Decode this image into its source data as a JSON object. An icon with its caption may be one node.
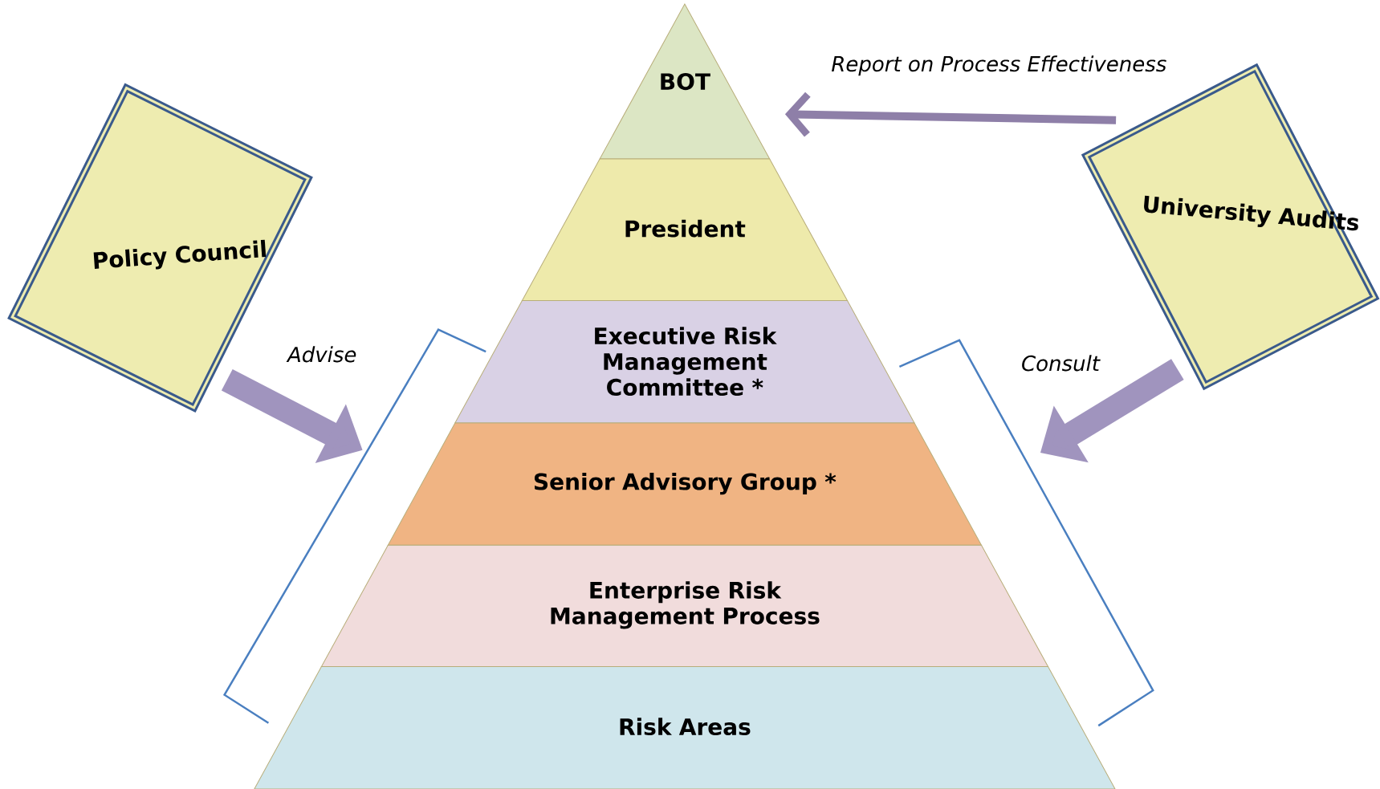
{
  "diagram": {
    "nodes": [
      {
        "text": [
          "BOT"
        ]
      },
      {
        "text": [
          "President"
        ]
      },
      {
        "text": [
          "Executive Risk Management Committee *"
        ]
      },
      {
        "text": [
          "Senior Advisory Group *"
        ]
      },
      {
        "text": [
          "Enterprise Risk Management Process"
        ]
      },
      {
        "text": [
          "Risk Areas"
        ]
      },
      {
        "text": [
          "Policy Council"
        ]
      },
      {
        "text": [
          "University Audits"
        ]
      }
    ],
    "edges": [
      {
        "from": 7,
        "to": 0,
        "arrow": "to",
        "label": "Report on Process Effectiveness"
      },
      {
        "from": 6,
        "to": null,
        "arrow": "to",
        "label": "Advise"
      },
      {
        "from": 7,
        "to": null,
        "arrow": "to",
        "label": "Consult"
      }
    ]
  }
}
